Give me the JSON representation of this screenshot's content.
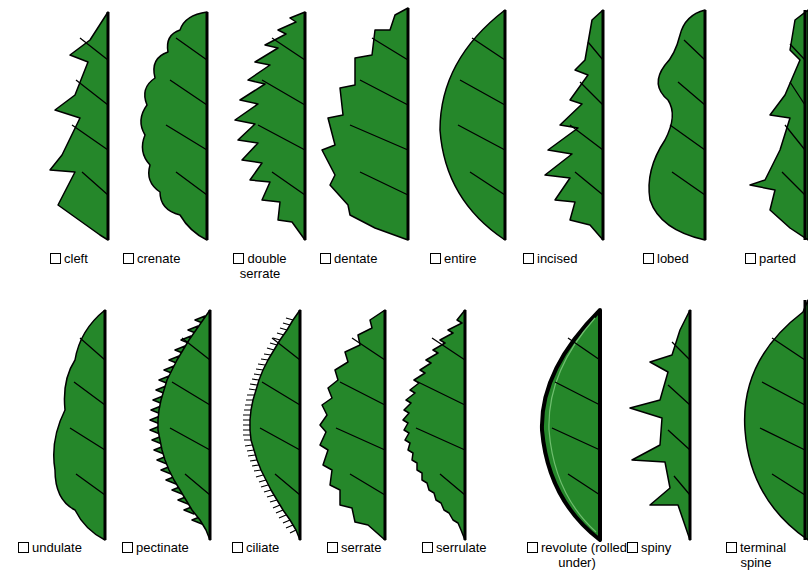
{
  "diagram": {
    "labels": [
      "cleft",
      "crenate",
      "double serrate",
      "dentate",
      "entire",
      "incised",
      "lobed",
      "parted",
      "undulate",
      "pectinate",
      "ciliate",
      "serrate",
      "serrulate",
      "revolute (rolled under)",
      "spiny",
      "terminal spine"
    ]
  }
}
